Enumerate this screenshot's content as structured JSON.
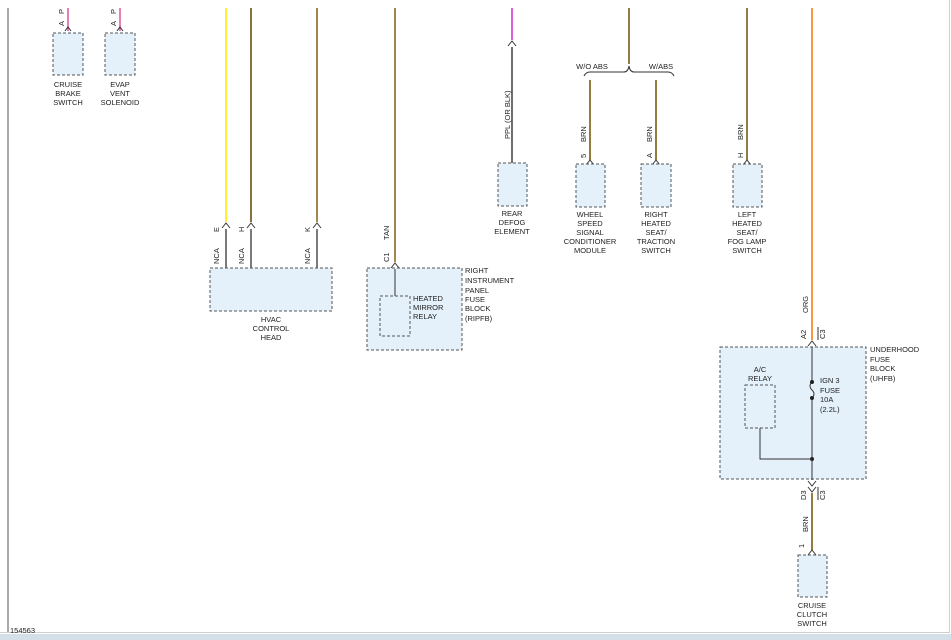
{
  "figure_id": "154563",
  "colors": {
    "pink": "#e0529a",
    "magenta": "#d43bd0",
    "yellow": "#ffea00",
    "brown": "#7a5a10",
    "dark_brown": "#6b4e12",
    "tan": "#8a6a1e",
    "orange": "#f07f16",
    "gray": "#4a4a4a",
    "black": "#222222"
  },
  "components": {
    "cruise_brake_switch": {
      "pin": "A",
      "wire": "P",
      "name_lines": [
        "CRUISE",
        "BRAKE",
        "SWITCH"
      ]
    },
    "evap_vent_solenoid": {
      "pin": "A",
      "wire": "P",
      "name_lines": [
        "EVAP",
        "VENT",
        "SOLENOID"
      ]
    },
    "hvac_control_head": {
      "pins": [
        "E",
        "H",
        "K"
      ],
      "wires": [
        "NCA",
        "NCA",
        "NCA"
      ],
      "name_lines": [
        "HVAC",
        "CONTROL",
        "HEAD"
      ]
    },
    "ripfb": {
      "pin": "C1",
      "wire": "TAN",
      "name_lines": [
        "RIGHT",
        "INSTRUMENT",
        "PANEL",
        "FUSE",
        "BLOCK",
        "(RIPFB)"
      ],
      "relay_lines": [
        "HEATED",
        "MIRROR",
        "RELAY"
      ]
    },
    "rear_defog": {
      "wire": "PPL (OR BLK)",
      "name_lines": [
        "REAR",
        "DEFOG",
        "ELEMENT"
      ]
    },
    "abs_split": {
      "left": "W/O ABS",
      "right": "W/ABS"
    },
    "wssc_module": {
      "pin": "5",
      "wire": "BRN",
      "name_lines": [
        "WHEEL",
        "SPEED",
        "SIGNAL",
        "CONDITIONER",
        "MODULE"
      ]
    },
    "right_heated_seat": {
      "pin": "A",
      "wire": "BRN",
      "name_lines": [
        "RIGHT",
        "HEATED",
        "SEAT/",
        "TRACTION",
        "SWITCH"
      ]
    },
    "left_heated_seat": {
      "pin": "H",
      "wire": "BRN",
      "name_lines": [
        "LEFT",
        "HEATED",
        "SEAT/",
        "FOG LAMP",
        "SWITCH"
      ]
    },
    "uhfb": {
      "top_wire": "ORG",
      "top_pin": "A2",
      "top_conn": "C3",
      "bottom_pin": "D3",
      "bottom_conn": "C3",
      "name_lines": [
        "UNDERHOOD",
        "FUSE",
        "BLOCK",
        "(UHFB)"
      ],
      "relay_lines": [
        "A/C",
        "RELAY"
      ],
      "fuse_lines": [
        "IGN 3",
        "FUSE",
        "10A",
        "(2.2L)"
      ]
    },
    "cruise_clutch_switch": {
      "pin": "1",
      "wire": "BRN",
      "name_lines": [
        "CRUISE",
        "CLUTCH",
        "SWITCH"
      ]
    }
  }
}
